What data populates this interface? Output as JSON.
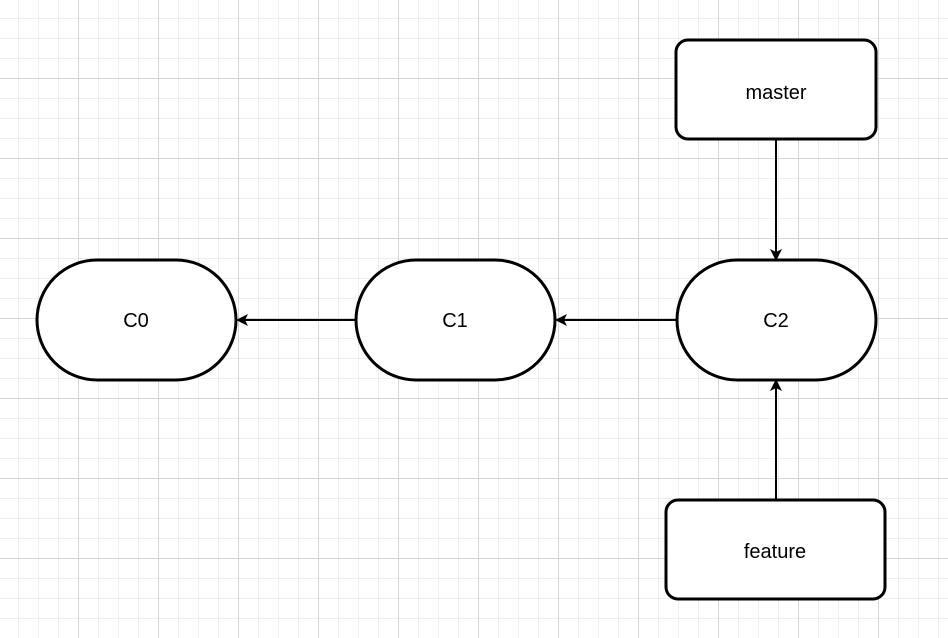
{
  "diagram": {
    "commits": [
      {
        "id": "c0",
        "label": "C0"
      },
      {
        "id": "c1",
        "label": "C1"
      },
      {
        "id": "c2",
        "label": "C2"
      }
    ],
    "branches": [
      {
        "id": "master",
        "label": "master",
        "points_to": "c2"
      },
      {
        "id": "feature",
        "label": "feature",
        "points_to": "c2"
      }
    ],
    "edges": [
      {
        "from": "c1",
        "to": "c0"
      },
      {
        "from": "c2",
        "to": "c1"
      },
      {
        "from": "master",
        "to": "c2"
      },
      {
        "from": "feature",
        "to": "c2"
      }
    ],
    "colors": {
      "stroke": "#000000",
      "fill": "#ffffff",
      "grid_major": "#d6d6d6",
      "grid_minor": "#efefef"
    }
  }
}
